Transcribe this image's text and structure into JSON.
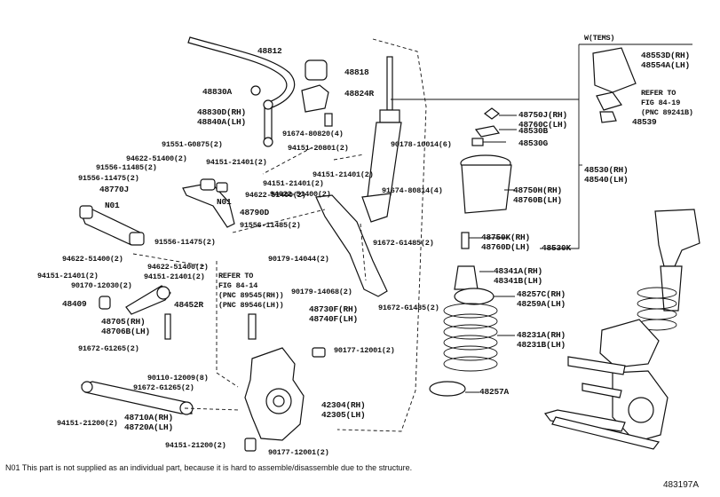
{
  "labels": [
    {
      "id": "l1",
      "text": "48812"
    },
    {
      "id": "l2",
      "text": "48818"
    },
    {
      "id": "l3",
      "text": "48830A"
    },
    {
      "id": "l4",
      "text": "48824R"
    },
    {
      "id": "l5",
      "text": "48830D(RH)\n48840A(LH)"
    },
    {
      "id": "l6",
      "text": "91674-80820(4)"
    },
    {
      "id": "l7",
      "text": "91551-G0875(2)"
    },
    {
      "id": "l8",
      "text": "94151-20801(2)"
    },
    {
      "id": "l9",
      "text": "94622-51400(2)"
    },
    {
      "id": "l10",
      "text": "94151-21401(2)"
    },
    {
      "id": "l11",
      "text": "91556-11485(2)"
    },
    {
      "id": "l12",
      "text": "91556-11475(2)"
    },
    {
      "id": "l13",
      "text": "48770J"
    },
    {
      "id": "l14",
      "text": "N01"
    },
    {
      "id": "l15",
      "text": "48790D"
    },
    {
      "id": "l16",
      "text": "N01"
    },
    {
      "id": "l17",
      "text": "94151-21401(2)"
    },
    {
      "id": "l18",
      "text": "94622-51400(2)"
    },
    {
      "id": "l19",
      "text": "91556-11485(2)"
    },
    {
      "id": "l20",
      "text": "91556-11475(2)"
    },
    {
      "id": "l21",
      "text": "94622-51400(2)"
    },
    {
      "id": "l22",
      "text": "94622-51400(2)"
    },
    {
      "id": "l23",
      "text": "94151-21401(2)"
    },
    {
      "id": "l24",
      "text": "94151-21401(2)"
    },
    {
      "id": "l25",
      "text": "90170-12030(2)"
    },
    {
      "id": "l26",
      "text": "48409"
    },
    {
      "id": "l27",
      "text": "48452R"
    },
    {
      "id": "l28",
      "text": "48705(RH)\n48706B(LH)"
    },
    {
      "id": "l29",
      "text": "91672-G1265(2)"
    },
    {
      "id": "l30",
      "text": "90110-12009(8)"
    },
    {
      "id": "l31",
      "text": "91672-G1265(2)"
    },
    {
      "id": "l32",
      "text": "48710A(RH)\n48720A(LH)"
    },
    {
      "id": "l33",
      "text": "94151-21200(2)"
    },
    {
      "id": "l34",
      "text": "94151-21200(2)"
    },
    {
      "id": "l35",
      "text": "REFER TO\nFIG 84-14\n(PNC 89545(RH))\n(PNC 89546(LH))"
    },
    {
      "id": "l36",
      "text": "90179-14044(2)"
    },
    {
      "id": "l37",
      "text": "90179-14068(2)"
    },
    {
      "id": "l38",
      "text": "48730F(RH)\n48740F(LH)"
    },
    {
      "id": "l39",
      "text": "91672-G1485(2)"
    },
    {
      "id": "l40",
      "text": "91672-G1485(2)"
    },
    {
      "id": "l41",
      "text": "90177-12001(2)"
    },
    {
      "id": "l42",
      "text": "42304(RH)\n42305(LH)"
    },
    {
      "id": "l43",
      "text": "90177-12001(2)"
    },
    {
      "id": "l44",
      "text": "91674-80814(4)"
    },
    {
      "id": "l45",
      "text": "48750J(RH)\n48760C(LH)"
    },
    {
      "id": "l46",
      "text": "48530B"
    },
    {
      "id": "l47",
      "text": "90178-10014(6)"
    },
    {
      "id": "l48",
      "text": "48530G"
    },
    {
      "id": "l49",
      "text": "48750H(RH)\n48760B(LH)"
    },
    {
      "id": "l50",
      "text": "48750K(RH)\n48760D(LH)"
    },
    {
      "id": "l51",
      "text": "48530K"
    },
    {
      "id": "l52",
      "text": "48341A(RH)\n48341B(LH)"
    },
    {
      "id": "l53",
      "text": "48257C(RH)\n48259A(LH)"
    },
    {
      "id": "l54",
      "text": "48231A(RH)\n48231B(LH)"
    },
    {
      "id": "l55",
      "text": "48257A"
    },
    {
      "id": "l56",
      "text": "48530(RH)\n48540(LH)"
    },
    {
      "id": "l57",
      "text": "W(TEMS)"
    },
    {
      "id": "l58",
      "text": "48553D(RH)\n48554A(LH)"
    },
    {
      "id": "l59",
      "text": "REFER TO\nFIG 84-19\n(PNC 89241B)"
    },
    {
      "id": "l60",
      "text": "48539"
    },
    {
      "id": "l61",
      "text": "94151-21401(2)"
    },
    {
      "id": "l62",
      "text": "94622-51400(2)"
    }
  ],
  "footnote": "N01 This part is not supplied as an individual part, because it is hard to assemble/disassemble due to the structure.",
  "figure_id": "483197A"
}
